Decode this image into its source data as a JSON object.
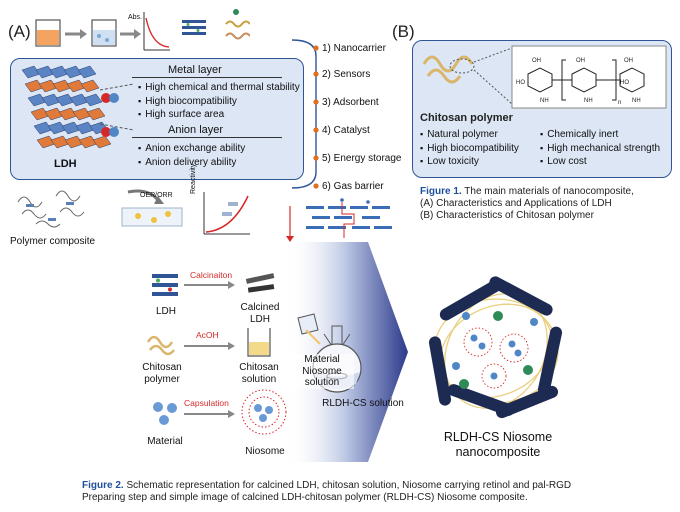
{
  "panel_a": {
    "letter": "(A)",
    "ldh_label": "LDH",
    "metal_layer": {
      "title": "Metal layer",
      "items": [
        "High chemical and thermal stability",
        "High biocompatibility",
        "High surface area"
      ]
    },
    "anion_layer": {
      "title": "Anion layer",
      "items": [
        "Anion exchange ability",
        "Anion delivery ability"
      ]
    },
    "plot_label": "Abs.",
    "applications": [
      "1) Nanocarrier",
      "2) Sensors",
      "3) Adsorbent",
      "4) Catalyst",
      "5) Energy storage",
      "6) Gas barrier"
    ],
    "polymer_composite": "Polymer composite",
    "oer_orr": "OER/ORR",
    "reactivity": "Reactivity"
  },
  "panel_b": {
    "letter": "(B)",
    "title": "Chitosan polymer",
    "col1": [
      "Natural polymer",
      "High biocompatibility",
      "Low toxicity"
    ],
    "col2": [
      "Chemically inert",
      "High mechanical strength",
      "Low cost"
    ]
  },
  "figure1": {
    "label": "Figure 1.",
    "line1": "The main materials of nanocomposite,",
    "line2": "(A) Characteristics and Applications of LDH",
    "line3": "(B) Characteristics of Chitosan polymer"
  },
  "scheme": {
    "ldh": "LDH",
    "calcination": "Calcinaiton",
    "calcined_ldh": "Calcined LDH",
    "chitosan_polymer": "Chitosan polymer",
    "acoh": "AcOH",
    "chitosan_solution": "Chitosan solution",
    "material": "Material",
    "capsulation": "Capsulation",
    "niosome": "Niosome",
    "material_niosome_solution": "Material Niosome solution",
    "rldh_cs_solution": "RLDH-CS solution",
    "product_line1": "RLDH-CS Niosome",
    "product_line2": "nanocomposite"
  },
  "figure2": {
    "label": "Figure 2.",
    "line1": "Schematic representation for calcined LDH, chitosan solution, Niosome carrying retinol and pal-RGD",
    "line2": "Preparing step and simple image of  calcined LDH-chitosan polymer (RLDH-CS) Niosome composite."
  },
  "colors": {
    "panel_bg": "#dce6f5",
    "panel_border": "#2f5597",
    "accent_blue": "#1f4e9e",
    "arrow_red": "#d62828",
    "bullet_orange": "#e07020"
  }
}
